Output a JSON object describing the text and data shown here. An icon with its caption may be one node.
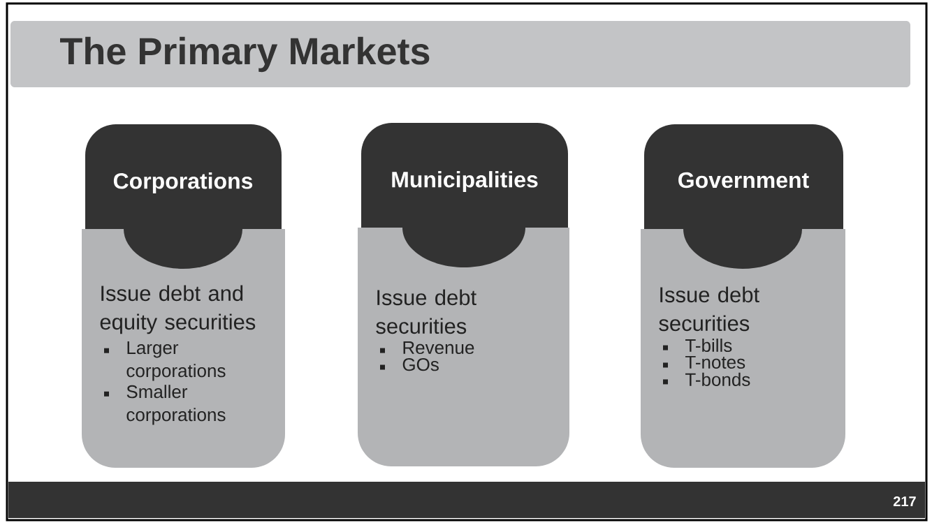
{
  "diagram": {
    "title": "The Primary Markets",
    "nodes": [
      {
        "text": [
          "Corporations"
        ]
      },
      {
        "text": [
          "Issue debt and equity securities",
          "Larger corporations",
          "Smaller corporations"
        ]
      },
      {
        "text": [
          "Municipalities"
        ]
      },
      {
        "text": [
          "Issue debt securities",
          "Revenue",
          "GOs"
        ]
      },
      {
        "text": [
          "Government"
        ]
      },
      {
        "text": [
          "Issue debt securities",
          "T-bills",
          "T-notes",
          "T-bonds"
        ]
      }
    ],
    "edges": [],
    "labels": [
      "217"
    ]
  }
}
